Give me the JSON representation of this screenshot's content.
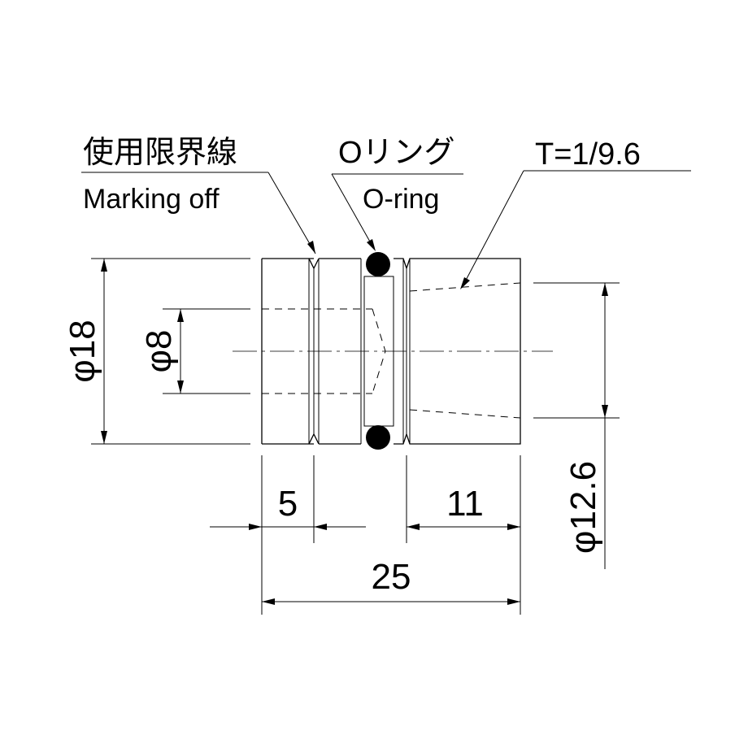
{
  "callouts": {
    "marking_off_jp": "使用限界線",
    "marking_off_en": "Marking off",
    "oring_jp": "Oリング",
    "oring_en": "O-ring",
    "taper": "T=1/9.6"
  },
  "dimensions": {
    "outer_diameter": "φ18",
    "bore_diameter": "φ8",
    "taper_diameter": "φ12.6",
    "marking_offset": "5",
    "taper_length": "11",
    "overall_length": "25"
  }
}
